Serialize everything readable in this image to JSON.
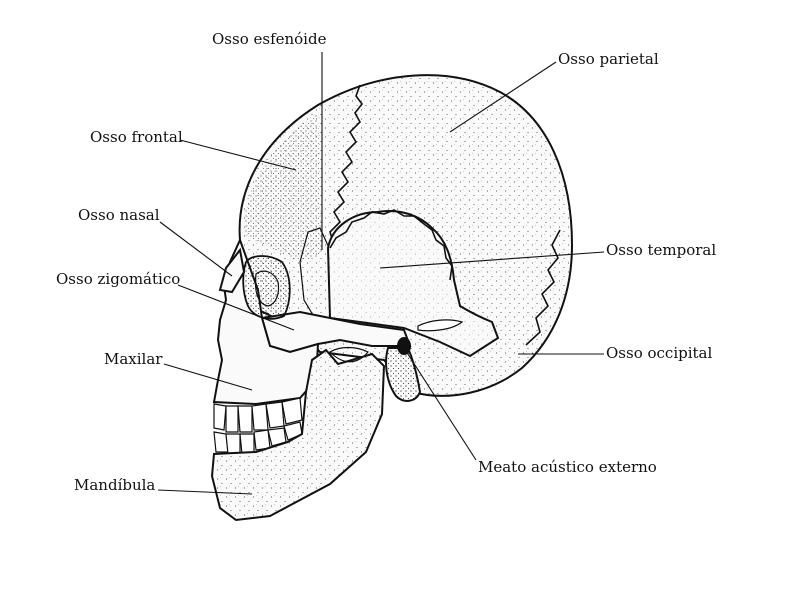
{
  "diagram": {
    "labels": {
      "sphenoid": "Osso esfenóide",
      "parietal": "Osso parietal",
      "frontal": "Osso frontal",
      "nasal": "Osso nasal",
      "temporal": "Osso temporal",
      "zygomatic": "Osso zigomático",
      "maxilla": "Maxilar",
      "occipital": "Osso occipital",
      "meatus": "Meato acústico externo",
      "mandible": "Mandíbula"
    }
  }
}
